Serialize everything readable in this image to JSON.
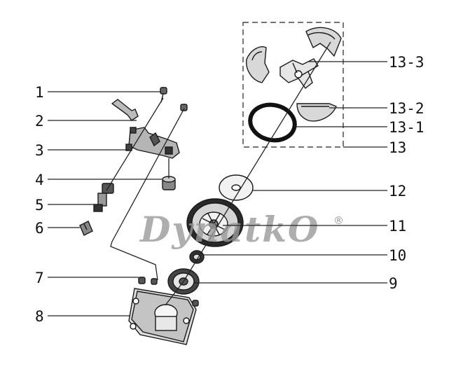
{
  "diagram": {
    "watermark": {
      "text": "DynatkO",
      "mark": "®"
    },
    "labels": {
      "left": [
        "1",
        "2",
        "3",
        "4",
        "5",
        "6",
        "7",
        "8"
      ],
      "right": [
        "13-3",
        "13-2",
        "13-1",
        "13",
        "12",
        "11",
        "10",
        "9"
      ]
    },
    "colors": {
      "ink": "#1a1a1a",
      "watermark": "#9a9a9a",
      "background": "#ffffff"
    }
  }
}
